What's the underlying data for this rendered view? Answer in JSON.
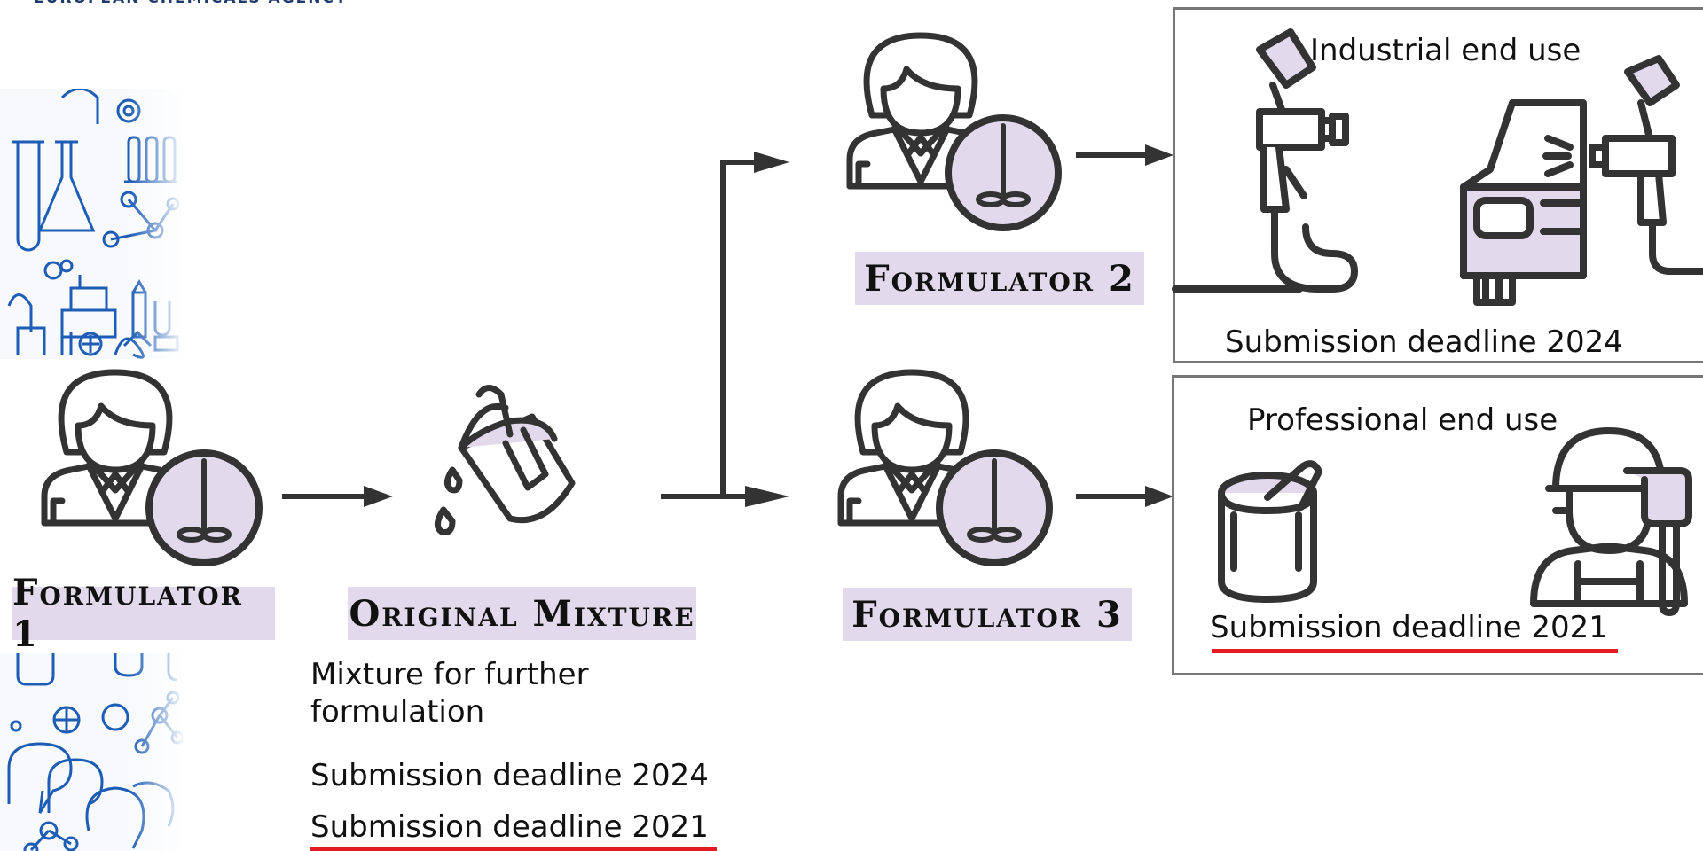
{
  "header": {
    "org": "EUROPEAN CHEMICALS AGENCY"
  },
  "colors": {
    "lavender": "#e2d9ec",
    "stroke": "#333333",
    "deadline_underline": "#e31b23",
    "pattern_blue": "#1e5db5"
  },
  "formulator1": {
    "label": "Formulator 1"
  },
  "original_mixture": {
    "label": "Original Mixture",
    "description": "Mixture for further formulation",
    "deadline_a": "Submission deadline 2024",
    "deadline_b": "Submission deadline 2021"
  },
  "formulator2": {
    "label": "Formulator 2"
  },
  "formulator3": {
    "label": "Formulator 3"
  },
  "industrial_box": {
    "title": "Industrial end use",
    "deadline": "Submission deadline 2024"
  },
  "professional_box": {
    "title": "Professional end use",
    "deadline": "Submission deadline 2021"
  },
  "icons": [
    "formulator-person-icon",
    "paint-can-pouring-icon",
    "spray-gun-icon",
    "car-painting-icon",
    "paint-bucket-icon",
    "painter-worker-icon",
    "arrow-icon"
  ]
}
